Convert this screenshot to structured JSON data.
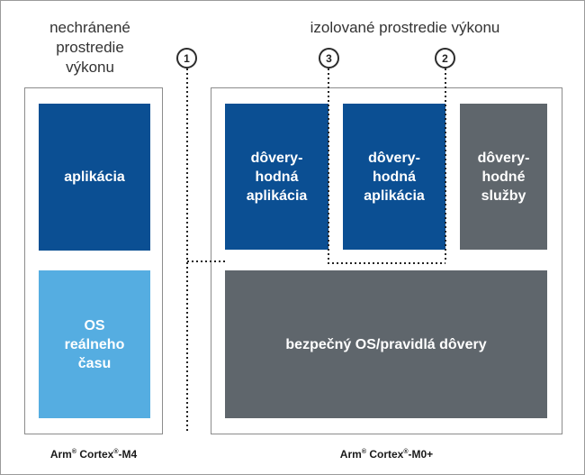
{
  "headers": {
    "left": "nechránené\nprostredie\nvýkonu",
    "right": "izolované prostredie výkonu"
  },
  "markers": [
    "1",
    "3",
    "2"
  ],
  "left_panel": {
    "app": "aplikácia",
    "rtos": "OS\nreálneho\nčasu"
  },
  "right_panel": {
    "trusted_app_1": "dôvery-\nhodná\naplikácia",
    "trusted_app_2": "dôvery-\nhodná\naplikácia",
    "trusted_services": "dôvery-\nhodné\nslužby",
    "secure_os": "bezpečný OS/pravidlá dôvery"
  },
  "footers": {
    "left_brand": "Arm",
    "left_brand_mark": "®",
    "left_name": " Cortex",
    "left_name_mark": "®",
    "left_model": "-M4",
    "right_brand": "Arm",
    "right_brand_mark": "®",
    "right_name": " Cortex",
    "right_name_mark": "®",
    "right_model": "-M0+"
  },
  "colors": {
    "dark_blue": "#0b4f93",
    "light_blue": "#55ade1",
    "gray": "#5f666c"
  }
}
